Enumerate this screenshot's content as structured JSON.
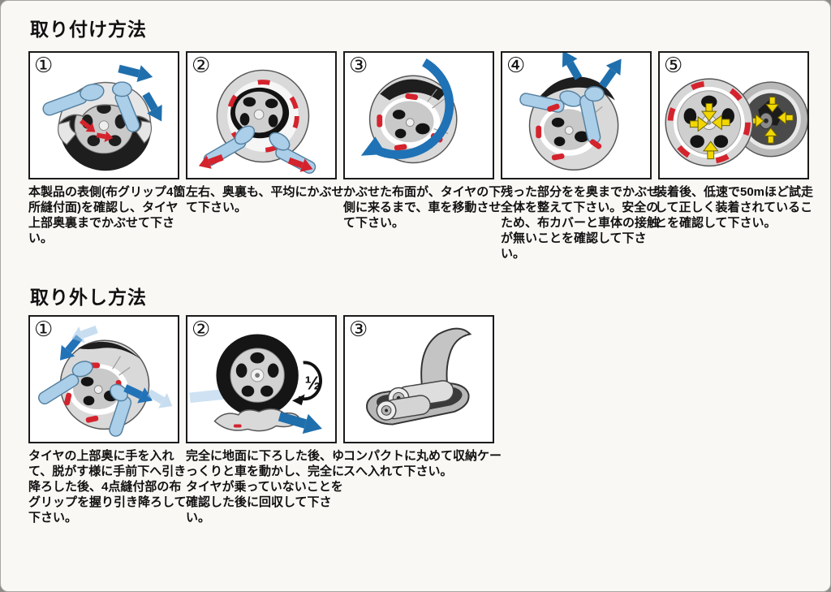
{
  "page": {
    "background": "#faf8f5",
    "outer_background": "#8e8c88"
  },
  "colors": {
    "box_border": "#1b1b1b",
    "blue_arrow": "#1f6fad",
    "red_arrow": "#d4232d",
    "hand_blue": "#abcfe9",
    "yellow_arrow": "#f2d600",
    "tire_black": "#1e1e1e",
    "cloth_gray": "#d9d9d9"
  },
  "sections": [
    {
      "title": "取り付け方法",
      "steps": [
        {
          "number": "①",
          "caption": "本製品の表側(布グリップ4箇所縫付面)を確認し、タイヤ上部奥裏までかぶせて下さい。",
          "illustration": "hands-pulling-cloth-cover-over-tire-top"
        },
        {
          "number": "②",
          "caption": "左右、奥裏も、平均にかぶせて下さい。",
          "illustration": "hands-spreading-cover-evenly-around-tire"
        },
        {
          "number": "③",
          "caption": "かぶせた布面が、タイヤの下側に来るまで、車を移動させて下さい。",
          "illustration": "tire-rotating-with-large-blue-arrow"
        },
        {
          "number": "④",
          "caption": "残った部分をを奥までかぶせ全体を整えて下さい。安全のため、布カバーと車体の接触が無いことを確認して下さい。",
          "illustration": "hands-tucking-remaining-cover-at-top"
        },
        {
          "number": "⑤",
          "caption": "装着後、低速で50mほど試走して正しく装着されていることを確認して下さい。",
          "illustration": "two-covered-wheels-front-view-with-yellow-arrows"
        }
      ]
    },
    {
      "title": "取り外し方法",
      "steps": [
        {
          "number": "①",
          "caption": "タイヤの上部奥に手を入れて、脱がす様に手前下へ引き降ろした後、4点縫付部の布グリップを握り引き降ろして下さい。",
          "illustration": "hands-gripping-cover-pulling-down-off-tire"
        },
        {
          "number": "②",
          "caption": "完全に地面に下ろした後、ゆっくりと車を動かし、完全にタイヤが乗っていないことを確認した後に回収して下さい。",
          "overlay_label": "½",
          "illustration": "bare-tire-rolling-half-turn-off-cover-on-ground"
        },
        {
          "number": "③",
          "caption": "コンパクトに丸めて収納ケースへ入れて下さい。",
          "illustration": "two-rolled-covers-inside-storage-case"
        }
      ]
    }
  ]
}
